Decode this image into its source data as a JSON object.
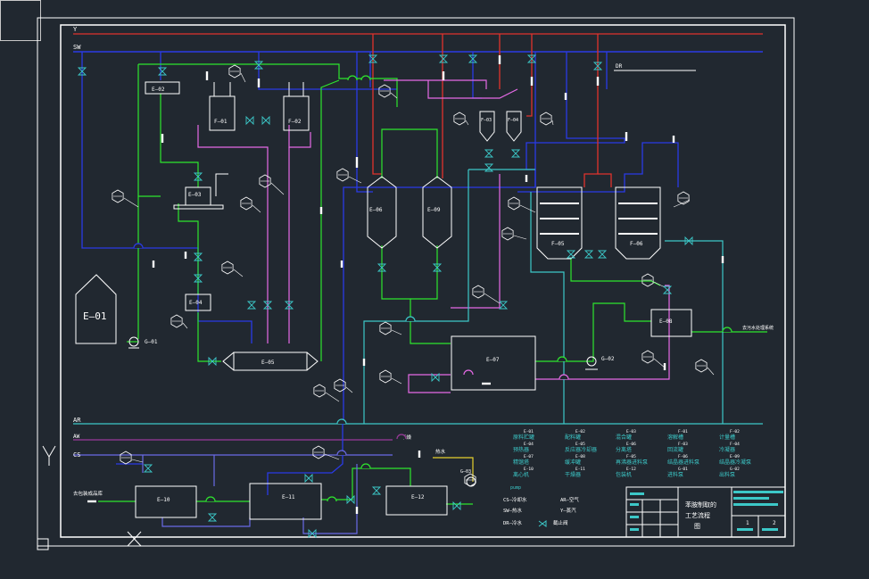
{
  "lines": {
    "y": "Y",
    "sw": "SW",
    "dr": "DR",
    "ar": "AR",
    "cs": "CS",
    "aw": "AW",
    "product_out": "去包装成品库",
    "sewage": "去污水处理系统",
    "dry_steam": "干燥",
    "hot_water": "热水"
  },
  "equipment": {
    "e01": "E—01",
    "e02": "E—02",
    "e03": "E—03",
    "e04": "E—04",
    "e05": "E—05",
    "e06": "E—06",
    "e07": "E—07",
    "e08": "E—08",
    "e09": "E—09",
    "e10": "E—10",
    "e11": "E—11",
    "e12": "E—12",
    "f01": "F—01",
    "f02": "F—02",
    "f03": "F—03",
    "f04": "F—04",
    "f05": "F—05",
    "f06": "F—06",
    "g01": "G—01",
    "g02": "G—02",
    "g03": "G—03"
  },
  "legend": {
    "items": [
      {
        "code": "E-01",
        "name": "原料贮罐"
      },
      {
        "code": "E-02",
        "name": "配料罐"
      },
      {
        "code": "E-03",
        "name": "混合罐"
      },
      {
        "code": "F-01",
        "name": "溶解槽"
      },
      {
        "code": "F-02",
        "name": "计量槽"
      },
      {
        "code": "E-04",
        "name": "预热器"
      },
      {
        "code": "E-05",
        "name": "反应器冷却器"
      },
      {
        "code": "E-06",
        "name": "分离塔"
      },
      {
        "code": "F-03",
        "name": "回流罐"
      },
      {
        "code": "F-04",
        "name": "冷凝器"
      },
      {
        "code": "E-07",
        "name": "精馏塔"
      },
      {
        "code": "E-08",
        "name": "缓冲罐"
      },
      {
        "code": "F-05",
        "name": "再沸器进料泵"
      },
      {
        "code": "F-06",
        "name": "结晶器进料泵"
      },
      {
        "code": "E-09",
        "name": "结晶器冷凝泵"
      },
      {
        "code": "E-10",
        "name": "离心机"
      },
      {
        "code": "E-11",
        "name": "干燥器"
      },
      {
        "code": "E-12",
        "name": "包装机"
      },
      {
        "code": "G-01",
        "name": "进料泵"
      },
      {
        "code": "G-02",
        "name": "出料泵"
      }
    ],
    "abbr": [
      {
        "sym": "CS—冷却水",
        "desc": "AR—空气"
      },
      {
        "sym": "SW—热水",
        "desc": "Y—蒸汽"
      },
      {
        "sym": "DR—冷水",
        "desc": "截止阀"
      }
    ],
    "pump_label": "pump"
  },
  "title_block": {
    "title_line1": "苯胺制取的",
    "title_line2": "工艺流程",
    "title_line3": "图",
    "sheet": "1",
    "total": "2"
  }
}
